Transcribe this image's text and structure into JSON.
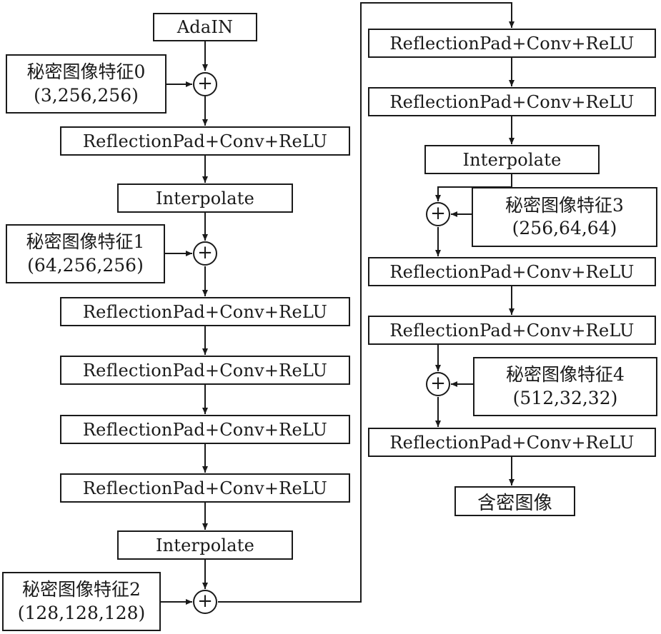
{
  "diagram": {
    "input": "AdaIN",
    "output": "含密图像",
    "add_symbol": "+",
    "layers": {
      "conv": "ReflectionPad+Conv+ReLU",
      "interp": "Interpolate"
    },
    "features": [
      {
        "label": "秘密图像特征0",
        "shape": "(3,256,256)"
      },
      {
        "label": "秘密图像特征1",
        "shape": "(64,256,256)"
      },
      {
        "label": "秘密图像特征2",
        "shape": "(128,128,128)"
      },
      {
        "label": "秘密图像特征3",
        "shape": "(256,64,64)"
      },
      {
        "label": "秘密图像特征4",
        "shape": "(512,32,32)"
      }
    ]
  }
}
